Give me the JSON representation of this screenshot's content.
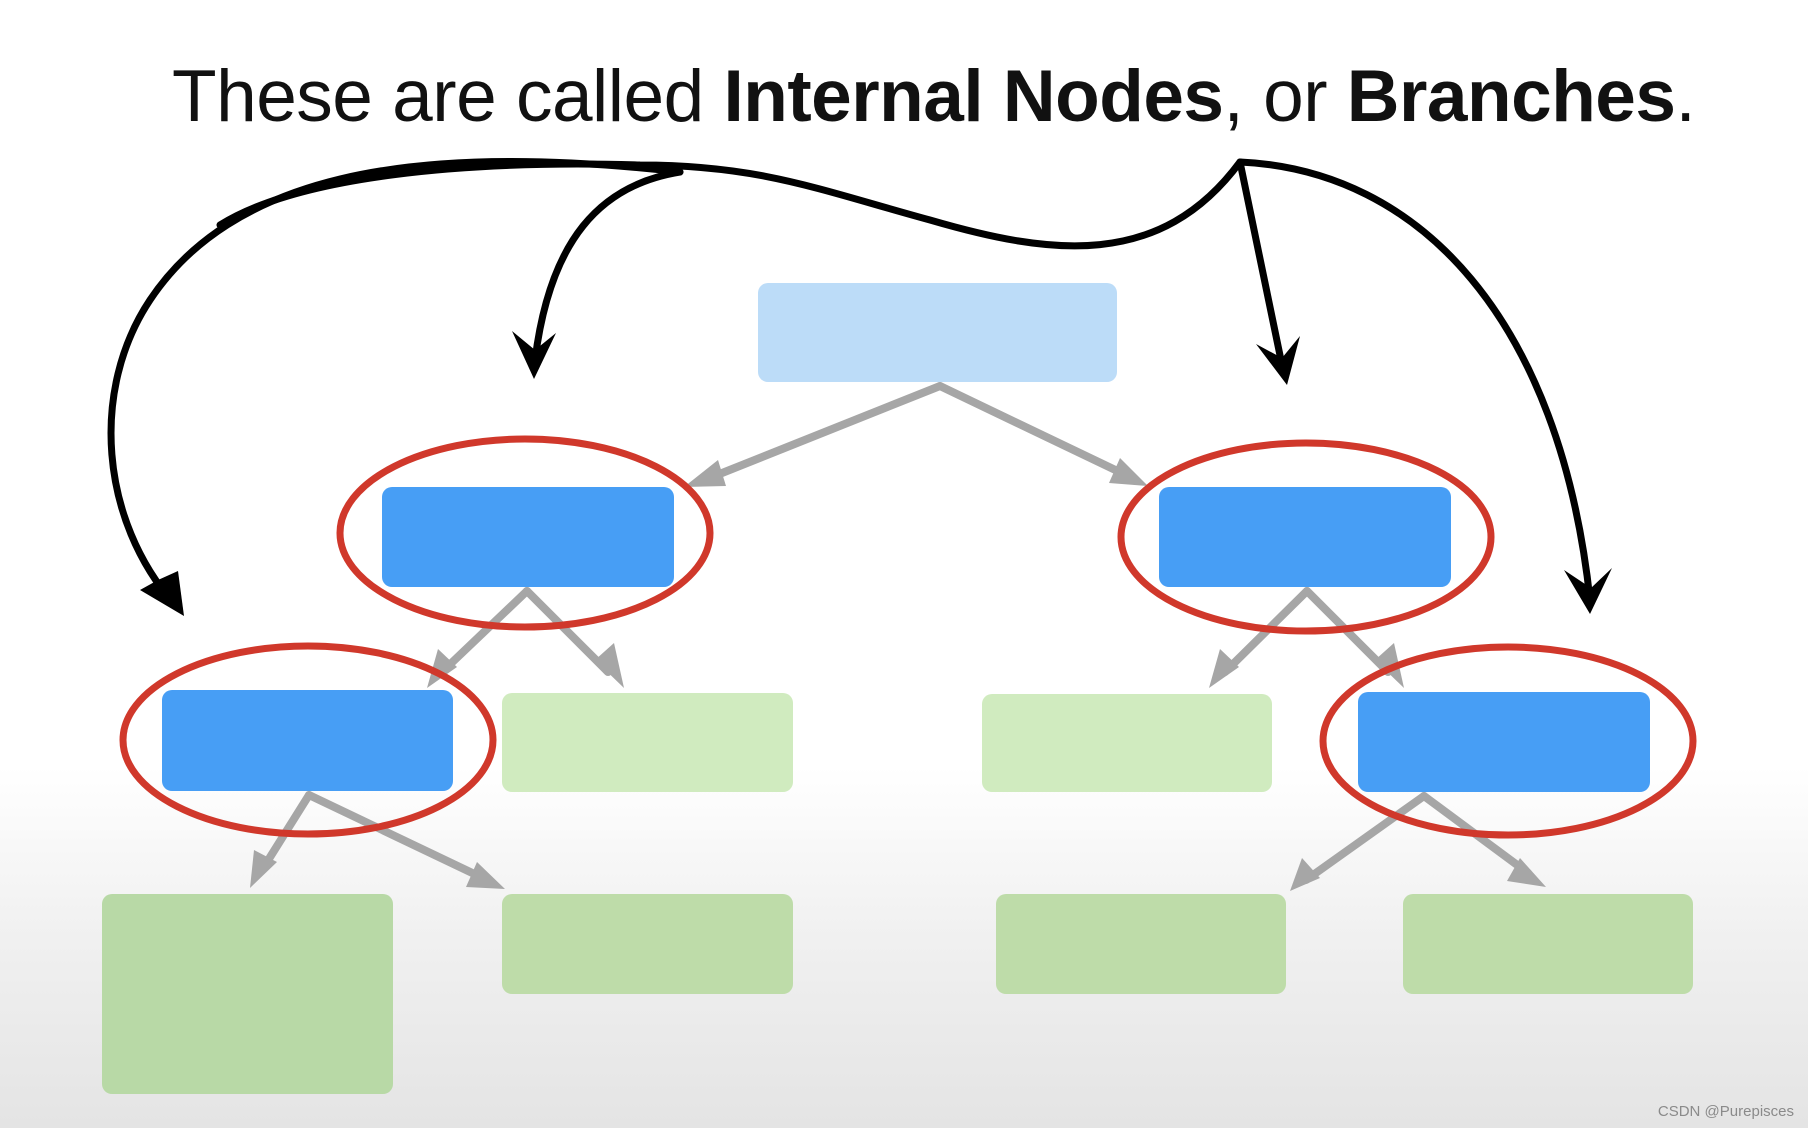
{
  "caption": {
    "prefix": "These are called ",
    "term1": "Internal Nodes",
    "middle": ", or ",
    "term2": "Branches",
    "suffix": "."
  },
  "colors": {
    "root_node": "#bcdcf8",
    "internal_node": "#479ef5",
    "leaf_node": "#cdeabc",
    "highlight_ring": "#d0382b",
    "tree_edge": "#a6a6a6",
    "callout_arrow": "#000000"
  },
  "tree": {
    "root": {
      "kind": "root",
      "children": [
        "internal-1",
        "internal-2"
      ]
    },
    "internal-1": {
      "kind": "internal",
      "highlighted": true,
      "children": [
        "internal-3",
        "leaf-1"
      ]
    },
    "internal-2": {
      "kind": "internal",
      "highlighted": true,
      "children": [
        "leaf-4",
        "internal-4"
      ]
    },
    "internal-3": {
      "kind": "internal",
      "highlighted": true,
      "children": [
        "leaf-2",
        "leaf-3"
      ]
    },
    "internal-4": {
      "kind": "internal",
      "highlighted": true,
      "children": [
        "leaf-5",
        "leaf-6"
      ]
    }
  },
  "watermark": "CSDN @Purepisces"
}
